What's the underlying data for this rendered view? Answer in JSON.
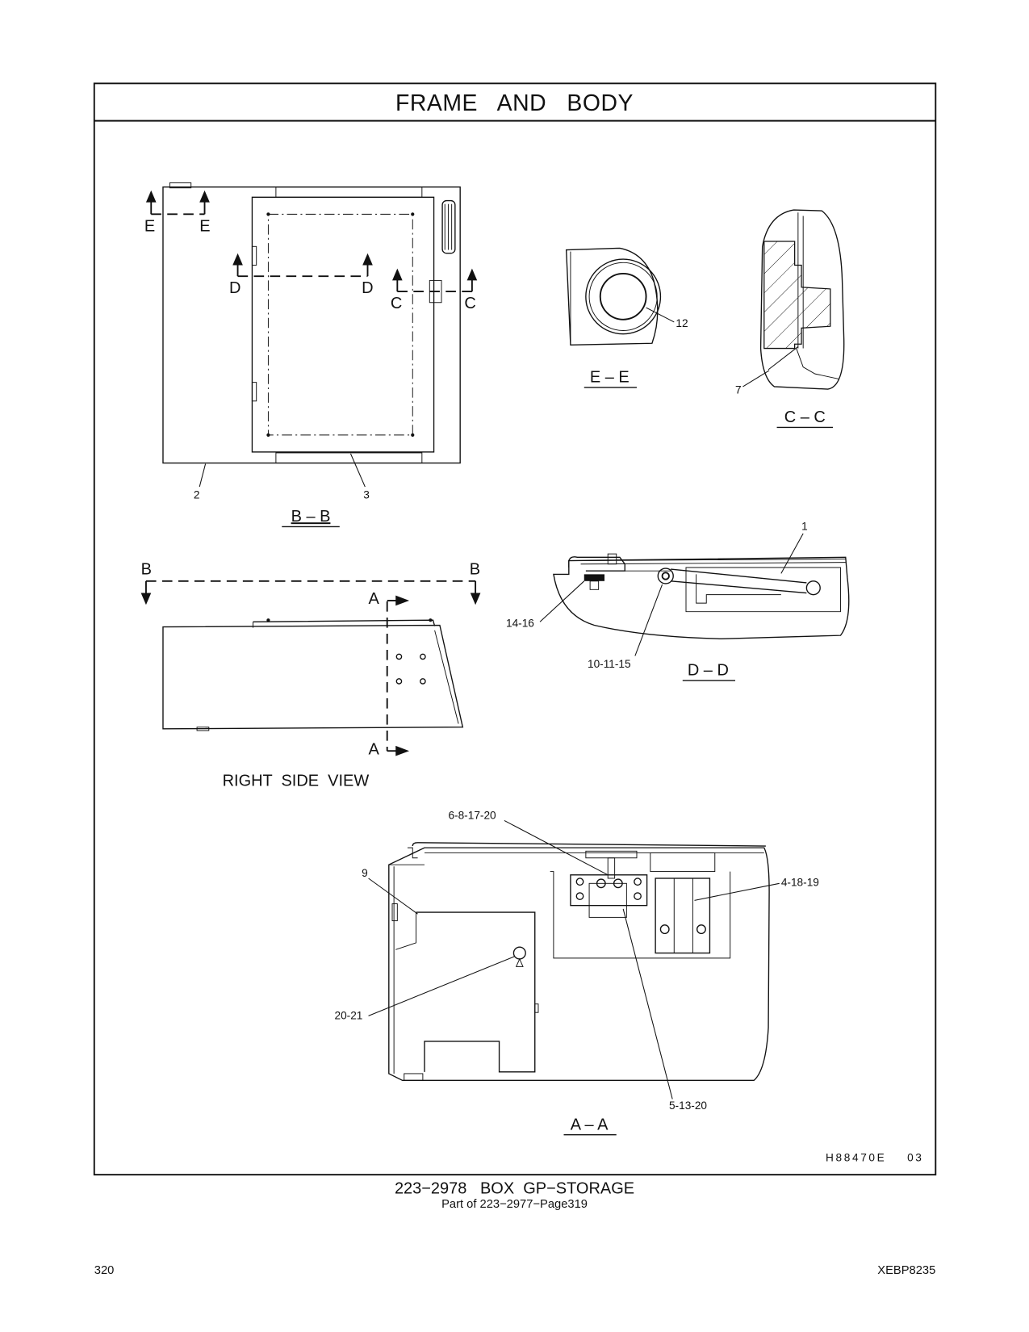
{
  "header": {
    "title": "FRAME   AND   BODY"
  },
  "views": {
    "bb": "B – B",
    "ee": "E – E",
    "cc": "C – C",
    "dd": "D – D",
    "aa": "A – A",
    "right_side": "RIGHT  SIDE  VIEW"
  },
  "section_marks": {
    "e": "E",
    "d": "D",
    "c": "C",
    "b": "B",
    "a": "A"
  },
  "callouts": {
    "c1": "1",
    "c2": "2",
    "c3": "3",
    "c7": "7",
    "c9": "9",
    "c12": "12",
    "c14_16": "14-16",
    "c10_11_15": "10-11-15",
    "c6_8_17_20": "6-8-17-20",
    "c4_18_19": "4-18-19",
    "c20_21": "20-21",
    "c5_13_20": "5-13-20"
  },
  "illustration_code": "H88470E    03",
  "part": {
    "number_title": "223−2978   BOX  GP−STORAGE",
    "subtitle": "Part of 223−2977−Page319"
  },
  "footer": {
    "page_number": "320",
    "doc_id": "XEBP8235"
  }
}
